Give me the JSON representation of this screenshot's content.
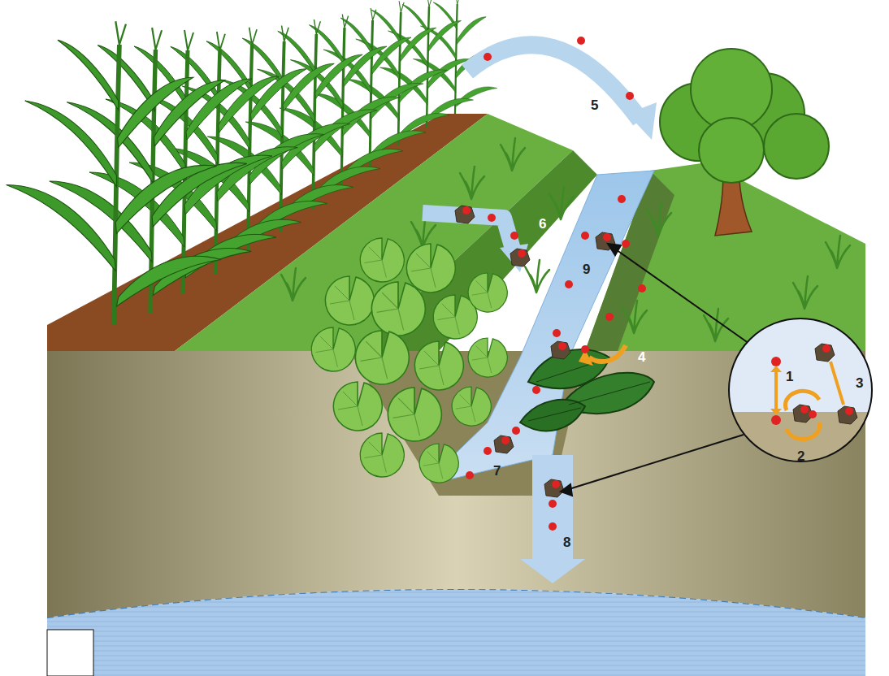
{
  "diagram": {
    "labels": [
      "5",
      "6",
      "9",
      "4",
      "1",
      "3",
      "2",
      "7",
      "8"
    ]
  }
}
